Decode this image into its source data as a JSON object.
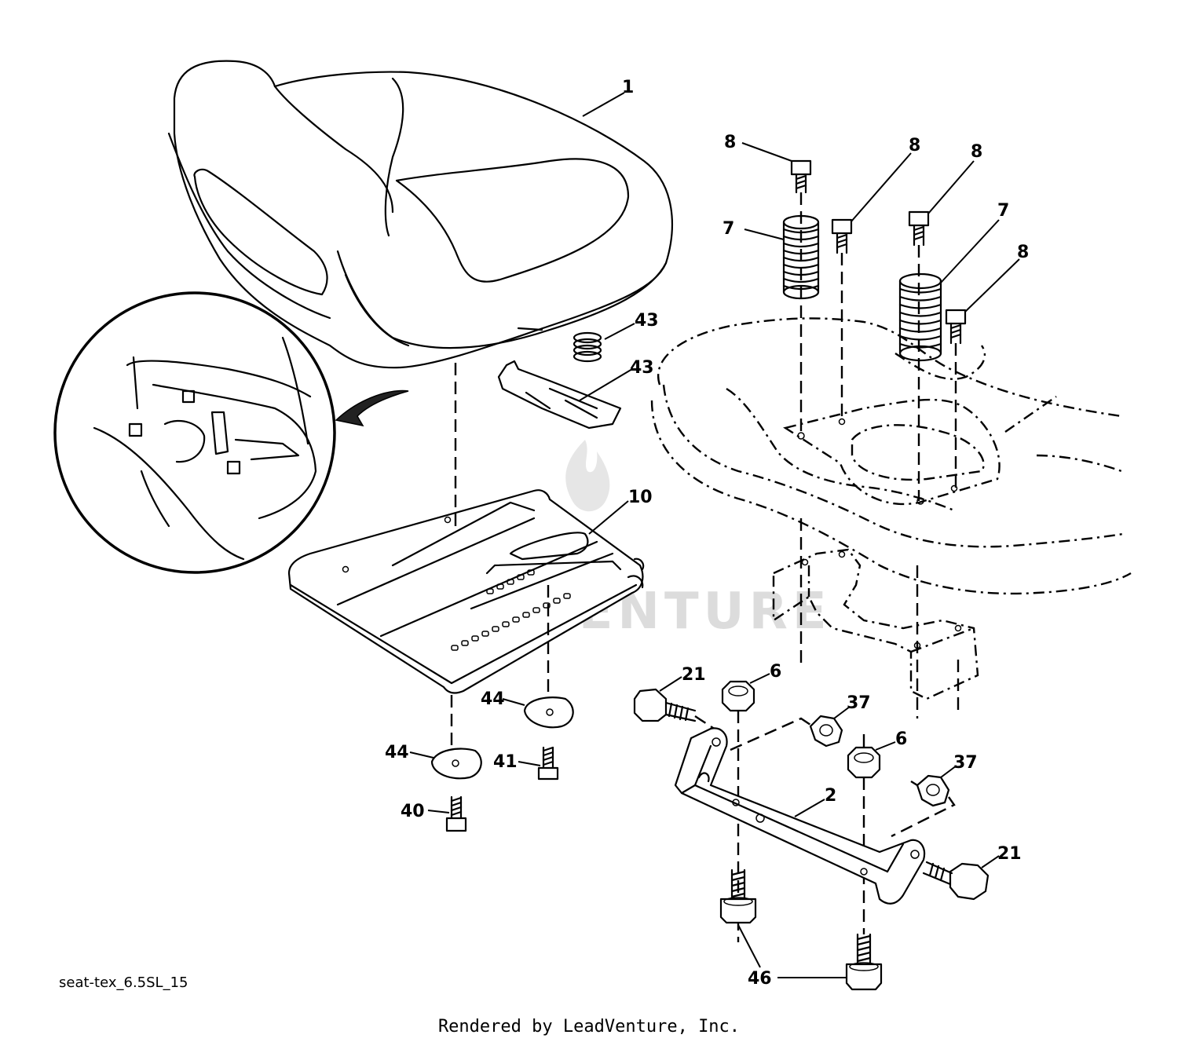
{
  "diagram": {
    "callouts": [
      {
        "id": "c1",
        "label": "1"
      },
      {
        "id": "c2",
        "label": "2"
      },
      {
        "id": "c6a",
        "label": "6"
      },
      {
        "id": "c6b",
        "label": "6"
      },
      {
        "id": "c7a",
        "label": "7"
      },
      {
        "id": "c7b",
        "label": "7"
      },
      {
        "id": "c8a",
        "label": "8"
      },
      {
        "id": "c8b",
        "label": "8"
      },
      {
        "id": "c8c",
        "label": "8"
      },
      {
        "id": "c8d",
        "label": "8"
      },
      {
        "id": "c10",
        "label": "10"
      },
      {
        "id": "c21a",
        "label": "21"
      },
      {
        "id": "c21b",
        "label": "21"
      },
      {
        "id": "c37a",
        "label": "37"
      },
      {
        "id": "c37b",
        "label": "37"
      },
      {
        "id": "c40",
        "label": "40"
      },
      {
        "id": "c41",
        "label": "41"
      },
      {
        "id": "c43a",
        "label": "43"
      },
      {
        "id": "c43b",
        "label": "43"
      },
      {
        "id": "c44a",
        "label": "44"
      },
      {
        "id": "c44b",
        "label": "44"
      },
      {
        "id": "c46",
        "label": "46"
      }
    ],
    "caption": "seat-tex_6.5SL_15",
    "watermark": "LEADVENTURE",
    "footer": "Rendered by LeadVenture, Inc."
  }
}
